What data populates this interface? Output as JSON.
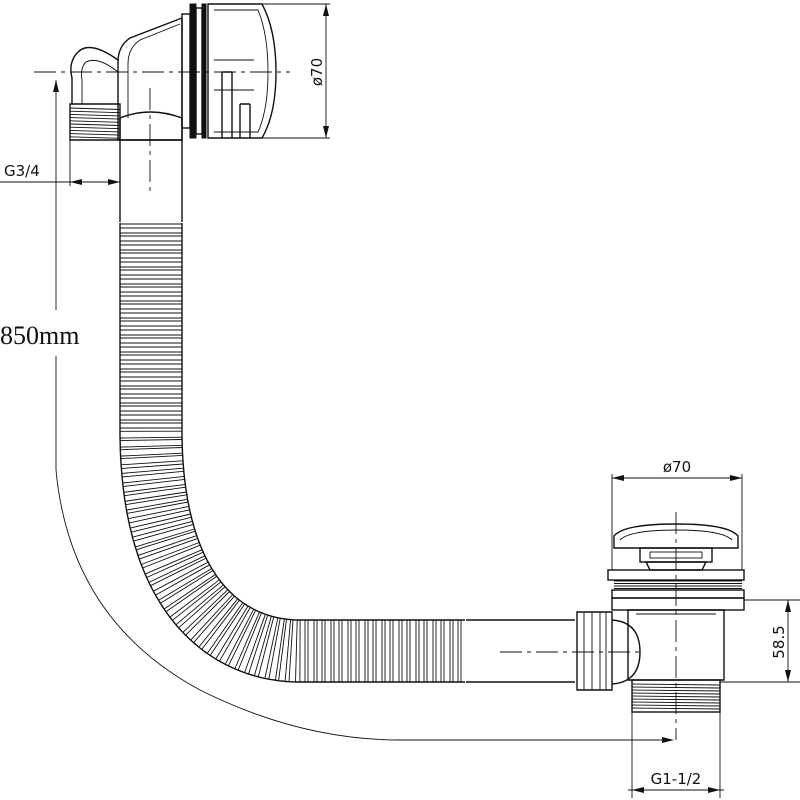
{
  "dimensions": {
    "overflow_diameter": "ø70",
    "overflow_thread": "G3/4",
    "hose_length": "850mm",
    "waste_diameter": "ø70",
    "waste_height": "58.5",
    "waste_thread": "G1-1/2"
  }
}
